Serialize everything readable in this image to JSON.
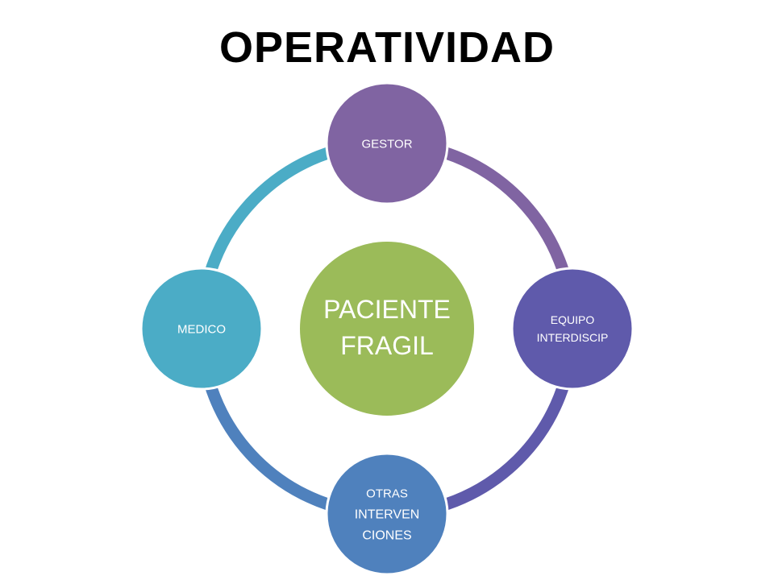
{
  "title": "OPERATIVIDAD",
  "center": {
    "lines": [
      "PACIENTE",
      "FRAGIL"
    ],
    "color": "#9BBB59"
  },
  "nodes": [
    {
      "id": "gestor",
      "lines": [
        "GESTOR"
      ],
      "color": "#8064A2"
    },
    {
      "id": "equipo",
      "lines": [
        "EQUIPO",
        "INTERDISCIP"
      ],
      "color": "#5F5AAB"
    },
    {
      "id": "otras",
      "lines": [
        "OTRAS",
        "INTERVEN",
        "CIONES"
      ],
      "color": "#4F81BD"
    },
    {
      "id": "medico",
      "lines": [
        "MEDICO"
      ],
      "color": "#4BACC6"
    }
  ],
  "arcs": [
    {
      "from": "gestor",
      "to": "equipo",
      "color": "#8064A2"
    },
    {
      "from": "equipo",
      "to": "otras",
      "color": "#5F5AAB"
    },
    {
      "from": "otras",
      "to": "medico",
      "color": "#4F81BD"
    },
    {
      "from": "medico",
      "to": "gestor",
      "color": "#4BACC6"
    }
  ]
}
